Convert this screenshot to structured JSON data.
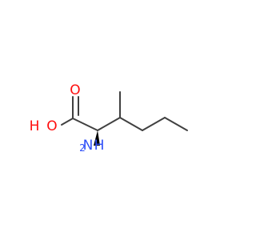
{
  "molecule": {
    "atoms": {
      "oxygen_carbonyl": "O",
      "hydroxyl_O": "O",
      "hydroxyl_H": "H",
      "amino_N": "N",
      "amino_H": "H",
      "amino_H_subscript": "2"
    },
    "colors": {
      "bond": "#404040",
      "oxygen": "#ff0d0d",
      "nitrogen": "#3050f8",
      "background": "#ffffff"
    }
  }
}
